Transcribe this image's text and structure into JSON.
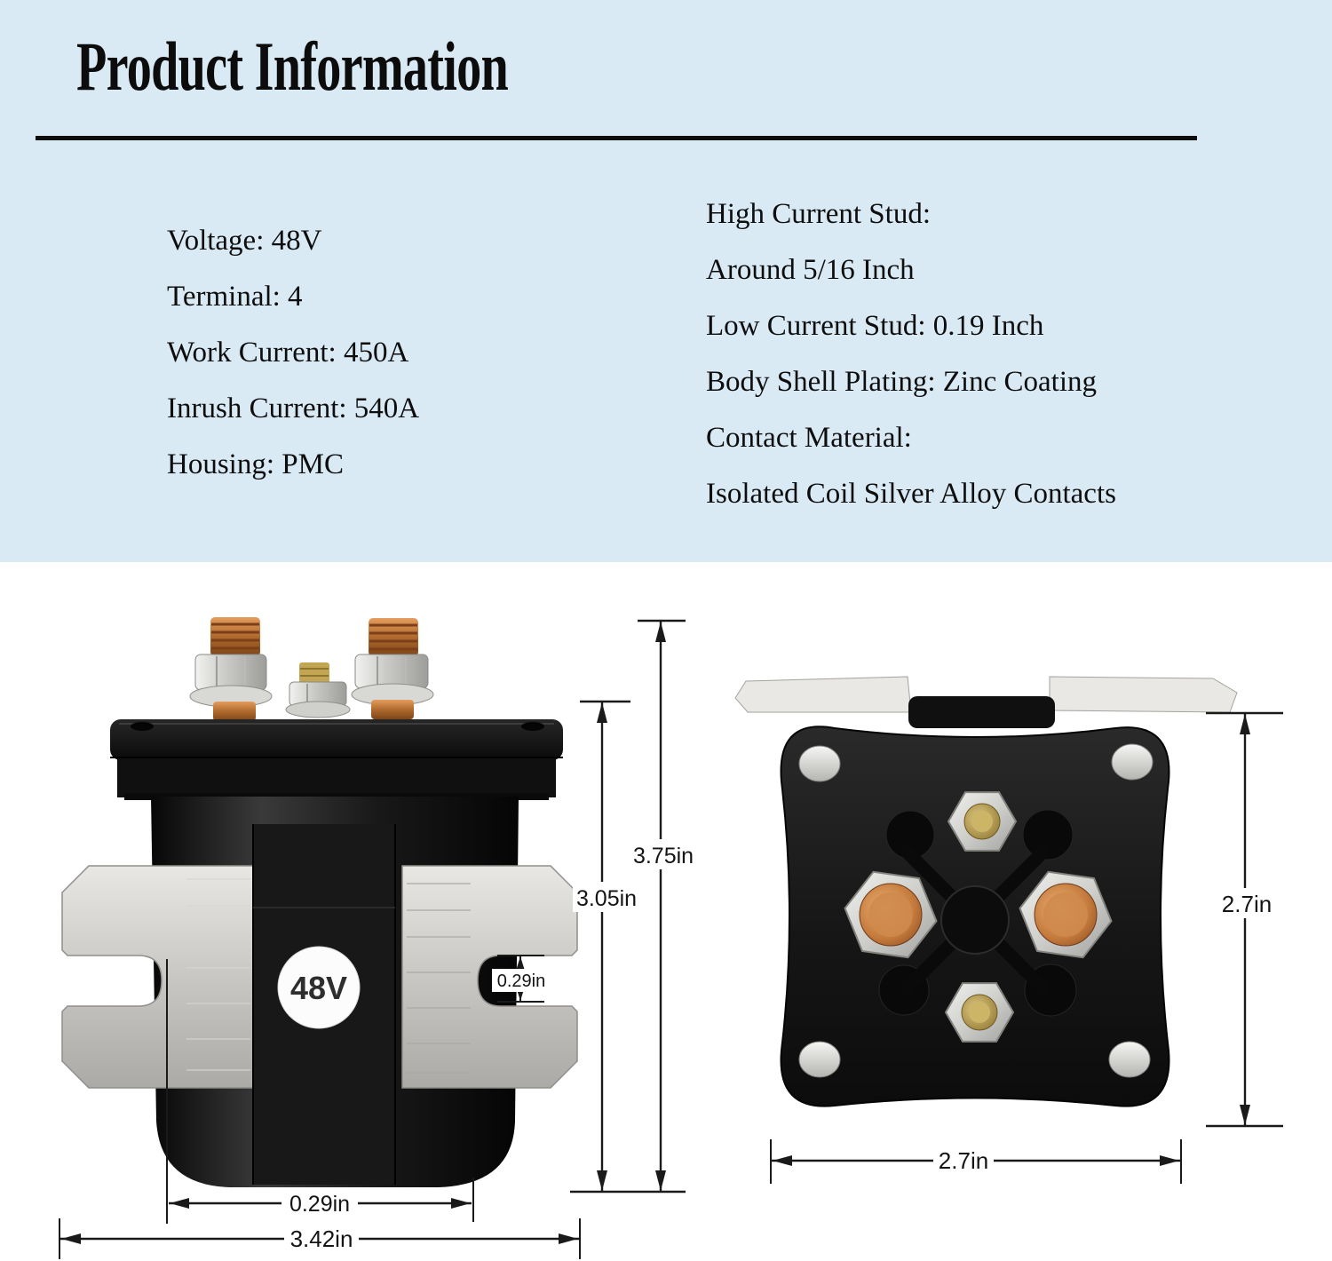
{
  "title": "Product Information",
  "specs_left": [
    "Voltage:  48V",
    "Terminal:  4",
    "Work Current:  450A",
    "Inrush Current:  540A",
    "Housing:  PMC"
  ],
  "specs_right": [
    "High Current Stud:",
    "Around 5/16 Inch",
    "Low Current Stud: 0.19 Inch",
    "Body Shell Plating: Zinc Coating",
    "Contact Material:",
    "Isolated Coil Silver Alloy Contacts"
  ],
  "side_view": {
    "badge": "48V",
    "dim_overall_height": "3.75in",
    "dim_body_height": "3.05in",
    "dim_notch": "0.29in",
    "dim_stub_width": "0.29in",
    "dim_total_width": "3.42in"
  },
  "top_view": {
    "dim_height": "2.7in",
    "dim_width": "2.7in"
  },
  "colors": {
    "banner_blue": "#d9eaf5",
    "copper": "#b06a2e",
    "brass": "#b59a4a",
    "bracket_metal": "#c2c1bd",
    "body_black": "#141414",
    "dimension_ink": "#1a1a1a"
  }
}
